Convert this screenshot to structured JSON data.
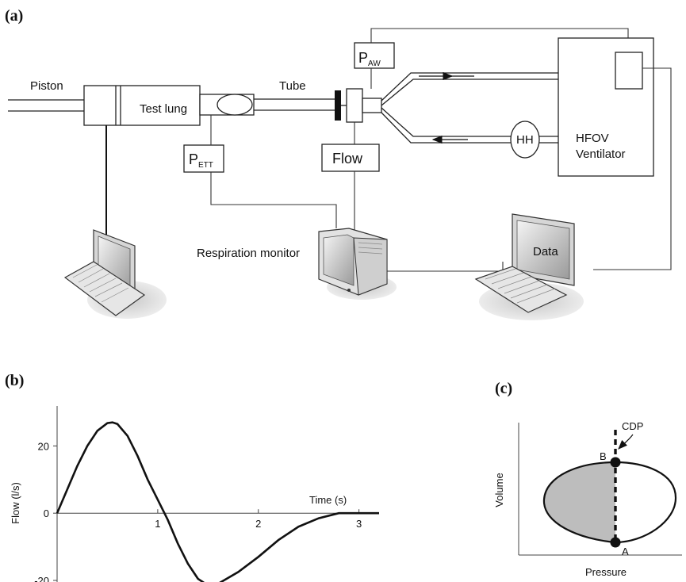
{
  "panels": {
    "a": "(a)",
    "b": "(b)",
    "c": "(c)"
  },
  "setup": {
    "piston": "Piston",
    "test_lung": "Test lung",
    "tube": "Tube",
    "paw_main": "P",
    "paw_sub": "AW",
    "pett_main": "P",
    "pett_sub": "ETT",
    "flow": "Flow",
    "hh": "HH",
    "ventilator_line1": "HFOV",
    "ventilator_line2": "Ventilator",
    "monitor": "Respiration monitor",
    "data_laptop": "Data"
  },
  "chart_data": [
    {
      "type": "line",
      "xlabel": "Time (s)",
      "ylabel": "Flow (l/s)",
      "xlim": [
        0,
        3.2
      ],
      "ylim": [
        -20,
        30
      ],
      "x_ticks": [
        1,
        2,
        3
      ],
      "y_ticks": [
        20,
        0,
        -20
      ],
      "series": [
        {
          "x": [
            0,
            0.1,
            0.2,
            0.3,
            0.4,
            0.5,
            0.55,
            0.6,
            0.7,
            0.8,
            0.9,
            1.0,
            1.1,
            1.2,
            1.3,
            1.4,
            1.5,
            1.6,
            1.8,
            2.0,
            2.2,
            2.4,
            2.6,
            2.8,
            3.0,
            3.2
          ],
          "values": [
            0,
            7,
            14,
            20,
            24.5,
            26.8,
            27,
            26.5,
            23,
            17,
            10,
            4,
            -2,
            -9,
            -15,
            -19.5,
            -21.5,
            -21,
            -17.5,
            -13,
            -8,
            -4,
            -1.5,
            0,
            0,
            0
          ]
        }
      ]
    },
    {
      "type": "line",
      "xlabel": "Pressure",
      "ylabel": "Volume",
      "annotations": {
        "cdp": "CDP",
        "point_b": "B",
        "point_a": "A"
      }
    }
  ]
}
